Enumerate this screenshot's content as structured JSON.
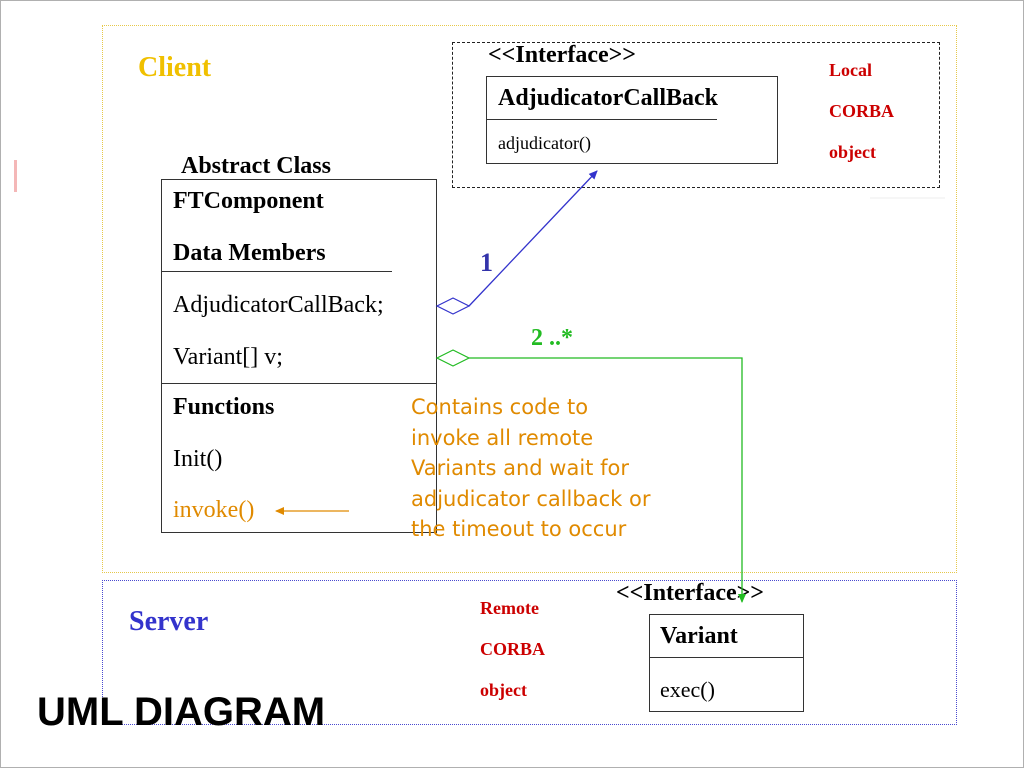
{
  "regions": {
    "client_title": "Client",
    "server_title": "Server"
  },
  "local_note": [
    "Local",
    "CORBA",
    "object"
  ],
  "remote_note": [
    "Remote",
    "CORBA",
    "object"
  ],
  "interfaces": {
    "callback_stereotype": "<<Interface>>",
    "variant_stereotype": "<<Interface>>"
  },
  "adjudicator_callback_class": {
    "name": "AdjudicatorCallBack",
    "method": "adjudicator()"
  },
  "ft_component": {
    "abstract_label": "Abstract Class",
    "name": "FTComponent",
    "data_members_header": "Data Members",
    "members": [
      "AdjudicatorCallBack;",
      "Variant[] v;"
    ],
    "functions_header": "Functions",
    "functions": [
      "Init()",
      "invoke()"
    ]
  },
  "variant_class": {
    "name": "Variant",
    "method": "exec()"
  },
  "associations": {
    "callback_multiplicity": "1",
    "variant_multiplicity": "2 ..*"
  },
  "note_lines": [
    "Contains code to",
    "invoke all remote",
    "Variants and wait for",
    "adjudicator callback or",
    "the timeout to occur"
  ],
  "slide_title": "UML DIAGRAM",
  "colors": {
    "client": "#f0c000",
    "server": "#3333cc",
    "corba_note": "#cc0000",
    "callback_link": "#3333cc",
    "variant_link": "#22bb22",
    "invoke_note": "#e08a00"
  }
}
